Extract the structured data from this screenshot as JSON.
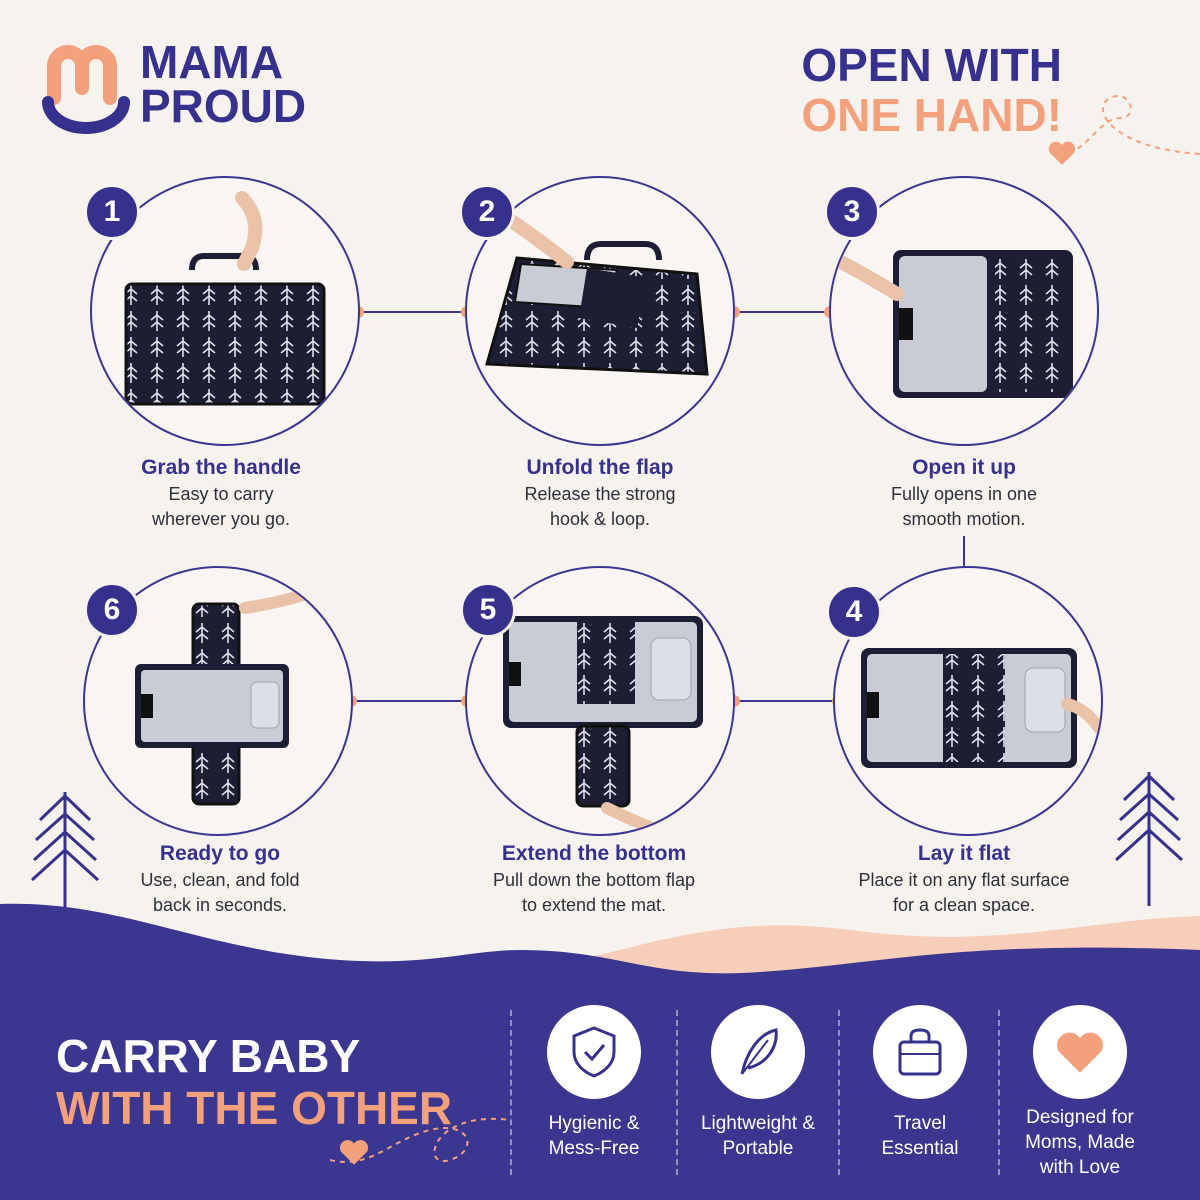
{
  "brand": {
    "line1": "MAMA",
    "line2": "PROUD"
  },
  "headline": {
    "line1": "OPEN WITH",
    "line2": "ONE HAND!"
  },
  "steps": [
    {
      "number": "1",
      "title": "Grab the handle",
      "desc": "Easy to carry\nwherever you go."
    },
    {
      "number": "2",
      "title": "Unfold the flap",
      "desc": "Release the strong\nhook & loop."
    },
    {
      "number": "3",
      "title": "Open it up",
      "desc": "Fully opens in one\nsmooth motion."
    },
    {
      "number": "4",
      "title": "Lay it flat",
      "desc": "Place it on any flat surface\nfor a clean space."
    },
    {
      "number": "5",
      "title": "Extend the bottom",
      "desc": "Pull down the bottom flap\nto extend the mat."
    },
    {
      "number": "6",
      "title": "Ready to go",
      "desc": "Use, clean, and fold\nback in seconds."
    }
  ],
  "tagline": {
    "line1": "CARRY BABY",
    "line2": "WITH THE OTHER"
  },
  "features": [
    {
      "icon": "shield-check-icon",
      "label": "Hygienic &\nMess-Free"
    },
    {
      "icon": "feather-icon",
      "label": "Lightweight &\nPortable"
    },
    {
      "icon": "bag-icon",
      "label": "Travel\nEssential"
    },
    {
      "icon": "heart-icon",
      "label": "Designed for\nMoms, Made\nwith Love"
    }
  ],
  "colors": {
    "navy": "#36318c",
    "peach": "#f3a07d",
    "background": "#f6f2ee"
  }
}
